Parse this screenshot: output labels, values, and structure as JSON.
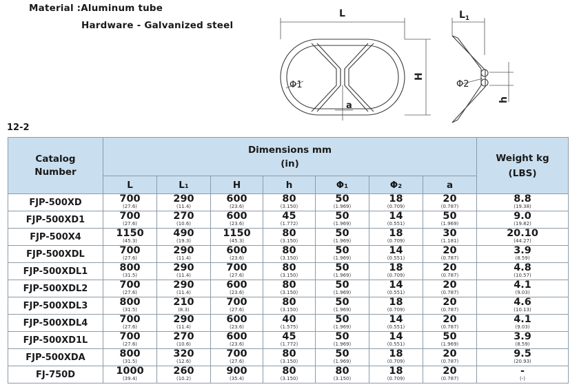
{
  "header": {
    "material": "Material :Aluminum tube",
    "hardware": "Hardware - Galvanized steel"
  },
  "drawing": {
    "labels": {
      "L": "L",
      "L1": "L",
      "L1_sub": "1",
      "H": "H",
      "phi1": "Φ1",
      "phi2": "Φ2",
      "a": "a",
      "h": "h"
    }
  },
  "section_number": "12-2",
  "table": {
    "head": {
      "catalog": [
        "Catalog",
        "Number"
      ],
      "dimensions": [
        "Dimensions  mm",
        "(in)"
      ],
      "weight": [
        "Weight  kg",
        "(LBS)"
      ],
      "sub": [
        "L",
        "L₁",
        "H",
        "h",
        "Φ₁",
        "Φ₂",
        "a"
      ]
    },
    "rows": [
      {
        "name": "FJP-500XD",
        "cells": [
          [
            "700",
            "(27.6)"
          ],
          [
            "290",
            "(11.4)"
          ],
          [
            "600",
            "(23.6)"
          ],
          [
            "80",
            "(3.150)"
          ],
          [
            "50",
            "(1.969)"
          ],
          [
            "18",
            "(0.709)"
          ],
          [
            "20",
            "(0.787)"
          ]
        ],
        "weight": [
          "8.8",
          "(19.38)"
        ]
      },
      {
        "name": "FJP-500XD1",
        "cells": [
          [
            "700",
            "(27.6)"
          ],
          [
            "270",
            "(10.6)"
          ],
          [
            "600",
            "(23.6)"
          ],
          [
            "45",
            "(1.772)"
          ],
          [
            "50",
            "(1.969)"
          ],
          [
            "14",
            "(0.551)"
          ],
          [
            "50",
            "(1.969)"
          ]
        ],
        "weight": [
          "9.0",
          "(19.82)"
        ]
      },
      {
        "name": "FJP-500X4",
        "cells": [
          [
            "1150",
            "(45.3)"
          ],
          [
            "490",
            "(19.3)"
          ],
          [
            "1150",
            "(45.3)"
          ],
          [
            "80",
            "(3.150)"
          ],
          [
            "50",
            "(1.969)"
          ],
          [
            "18",
            "(0.709)"
          ],
          [
            "30",
            "(1.181)"
          ]
        ],
        "weight": [
          "20.10",
          "(44.27)"
        ]
      },
      {
        "name": "FJP-500XDL",
        "cells": [
          [
            "700",
            "(27.6)"
          ],
          [
            "290",
            "(11.4)"
          ],
          [
            "600",
            "(23.6)"
          ],
          [
            "80",
            "(3.150)"
          ],
          [
            "50",
            "(1.969)"
          ],
          [
            "14",
            "(0.551)"
          ],
          [
            "20",
            "(0.787)"
          ]
        ],
        "weight": [
          "3.9",
          "(8.59)"
        ]
      },
      {
        "name": "FJP-500XDL1",
        "cells": [
          [
            "800",
            "(31.5)"
          ],
          [
            "290",
            "(11.4)"
          ],
          [
            "700",
            "(27.6)"
          ],
          [
            "80",
            "(3.150)"
          ],
          [
            "50",
            "(1.969)"
          ],
          [
            "18",
            "(0.709)"
          ],
          [
            "20",
            "(0.787)"
          ]
        ],
        "weight": [
          "4.8",
          "(10.57)"
        ]
      },
      {
        "name": "FJP-500XDL2",
        "cells": [
          [
            "700",
            "(27.6)"
          ],
          [
            "290",
            "(11.4)"
          ],
          [
            "600",
            "(23.6)"
          ],
          [
            "80",
            "(3.150)"
          ],
          [
            "50",
            "(1.969)"
          ],
          [
            "14",
            "(0.551)"
          ],
          [
            "20",
            "(0.787)"
          ]
        ],
        "weight": [
          "4.1",
          "(9.03)"
        ]
      },
      {
        "name": "FJP-500XDL3",
        "cells": [
          [
            "800",
            "(31.5)"
          ],
          [
            "210",
            "(8.3)"
          ],
          [
            "700",
            "(27.6)"
          ],
          [
            "80",
            "(3.150)"
          ],
          [
            "50",
            "(1.969)"
          ],
          [
            "18",
            "(0.709)"
          ],
          [
            "20",
            "(0.787)"
          ]
        ],
        "weight": [
          "4.6",
          "(10.13)"
        ]
      },
      {
        "name": "FJP-500XDL4",
        "cells": [
          [
            "700",
            "(27.6)"
          ],
          [
            "290",
            "(11.4)"
          ],
          [
            "600",
            "(23.6)"
          ],
          [
            "40",
            "(1.575)"
          ],
          [
            "50",
            "(1.969)"
          ],
          [
            "14",
            "(0.551)"
          ],
          [
            "20",
            "(0.787)"
          ]
        ],
        "weight": [
          "4.1",
          "(9.03)"
        ]
      },
      {
        "name": "FJP-500XD1L",
        "cells": [
          [
            "700",
            "(27.6)"
          ],
          [
            "270",
            "(10.6)"
          ],
          [
            "600",
            "(23.6)"
          ],
          [
            "45",
            "(1.772)"
          ],
          [
            "50",
            "(1.969)"
          ],
          [
            "14",
            "(0.551)"
          ],
          [
            "50",
            "(1.969)"
          ]
        ],
        "weight": [
          "3.9",
          "(8.59)"
        ]
      },
      {
        "name": "FJP-500XDA",
        "cells": [
          [
            "800",
            "(31.5)"
          ],
          [
            "320",
            "(12.6)"
          ],
          [
            "700",
            "(27.6)"
          ],
          [
            "80",
            "(3.150)"
          ],
          [
            "50",
            "(1.969)"
          ],
          [
            "18",
            "(0.709)"
          ],
          [
            "20",
            "(0.787)"
          ]
        ],
        "weight": [
          "9.5",
          "(20.93)"
        ]
      },
      {
        "name": "FJ-750D",
        "cells": [
          [
            "1000",
            "(39.4)"
          ],
          [
            "260",
            "(10.2)"
          ],
          [
            "900",
            "(35.4)"
          ],
          [
            "80",
            "(3.150)"
          ],
          [
            "80",
            "(3.150)"
          ],
          [
            "18",
            "(0.709)"
          ],
          [
            "20",
            "(0.787)"
          ]
        ],
        "weight": [
          "-",
          "(-)"
        ]
      }
    ]
  }
}
